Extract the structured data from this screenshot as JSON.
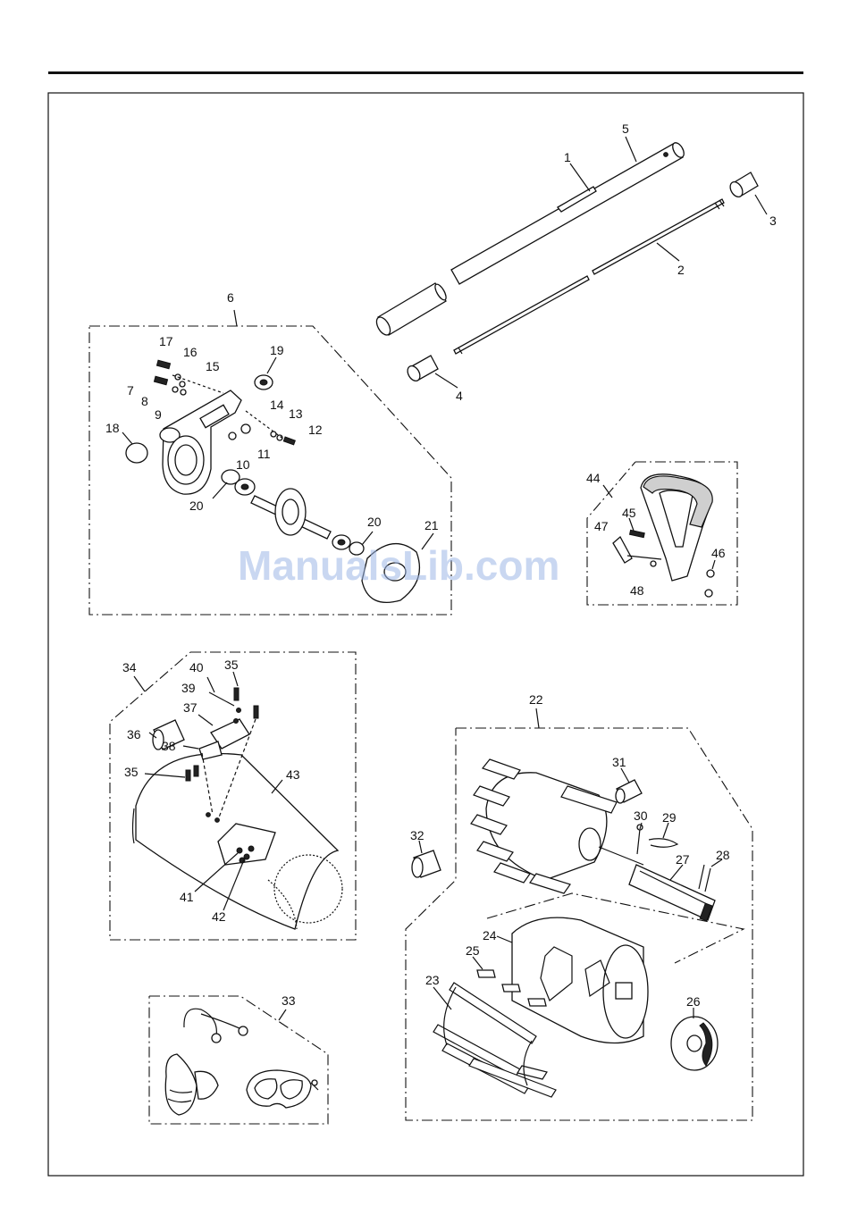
{
  "watermark": "ManualsLib.com",
  "part_labels": [
    "1",
    "2",
    "3",
    "4",
    "5",
    "6",
    "7",
    "8",
    "9",
    "10",
    "11",
    "12",
    "13",
    "14",
    "15",
    "16",
    "17",
    "18",
    "19",
    "20",
    "20",
    "21",
    "22",
    "23",
    "24",
    "25",
    "26",
    "27",
    "28",
    "29",
    "30",
    "31",
    "32",
    "33",
    "34",
    "35",
    "35",
    "36",
    "37",
    "38",
    "39",
    "40",
    "41",
    "42",
    "43",
    "44",
    "45",
    "46",
    "47",
    "48"
  ],
  "groups": {
    "gear_case": "6",
    "handle": "44",
    "cover": "34",
    "rotor": "22",
    "accessories": "33"
  }
}
